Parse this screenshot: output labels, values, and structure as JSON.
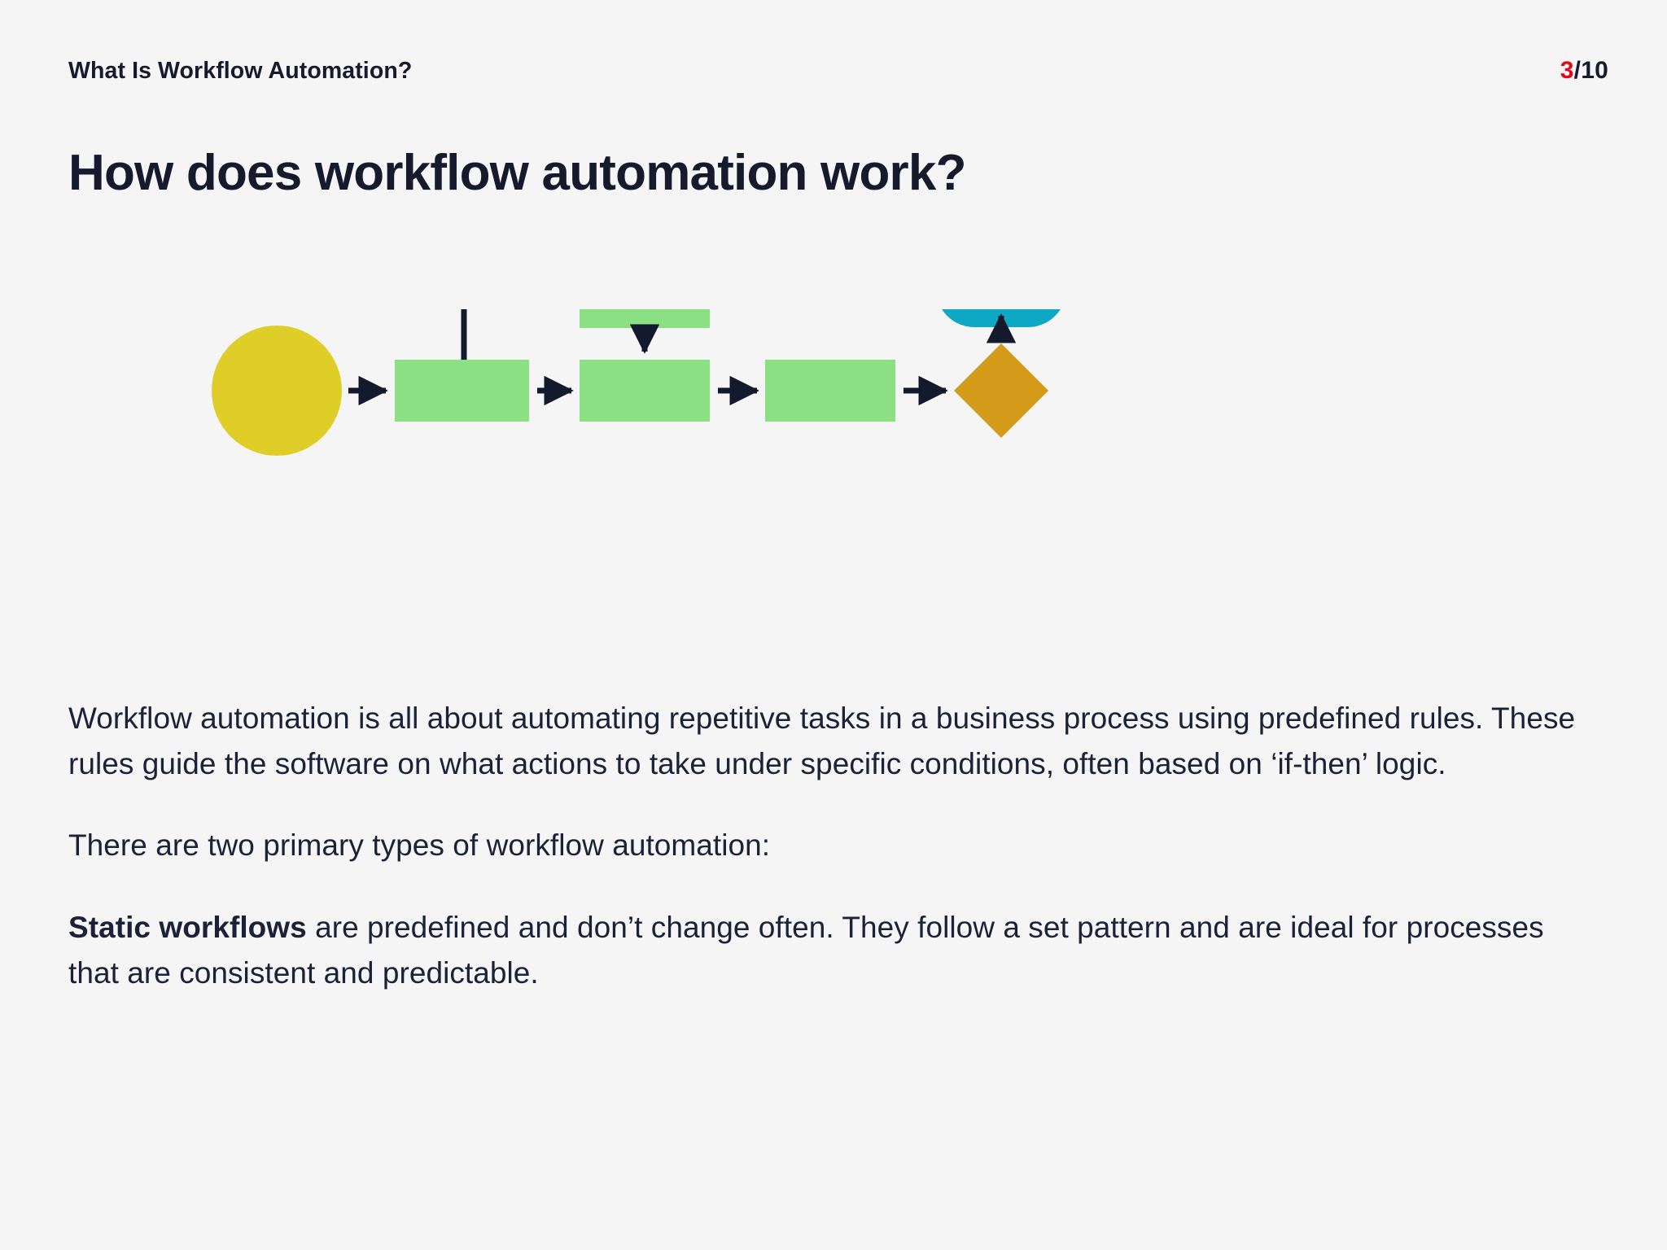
{
  "header": {
    "kicker": "What Is Workflow Automation?",
    "page_current": "3",
    "page_separator": "/",
    "page_total": "10",
    "accent_color": "#E30613",
    "text_color": "#151B2D"
  },
  "title": "How does workflow automation work?",
  "diagram": {
    "name": "workflow-automation-flowchart",
    "background": "#F5F5F5",
    "palette": {
      "start_circle": "#E0CE28",
      "process_box": "#8BE083",
      "decision_diamond": "#D49B1A",
      "terminator": "#0FA8C4",
      "connector": "#141A2E"
    },
    "nodes": [
      {
        "id": "start",
        "shape": "circle",
        "label": "",
        "color": "#E0CE28"
      },
      {
        "id": "process-1",
        "shape": "rect",
        "label": "",
        "color": "#8BE083"
      },
      {
        "id": "process-top",
        "shape": "rect",
        "label": "",
        "color": "#8BE083"
      },
      {
        "id": "process-2",
        "shape": "rect",
        "label": "",
        "color": "#8BE083"
      },
      {
        "id": "process-3",
        "shape": "rect",
        "label": "",
        "color": "#8BE083"
      },
      {
        "id": "decision",
        "shape": "diamond",
        "label": "",
        "color": "#D49B1A"
      },
      {
        "id": "end",
        "shape": "rounded-rect",
        "label": "",
        "color": "#0FA8C4"
      }
    ],
    "edges": [
      {
        "from": "start",
        "to": "process-1",
        "type": "arrow-right"
      },
      {
        "from": "process-1",
        "to": "process-top",
        "type": "elbow-up-right"
      },
      {
        "from": "process-top",
        "to": "process-2",
        "type": "arrow-down"
      },
      {
        "from": "process-1",
        "to": "process-2",
        "type": "arrow-right"
      },
      {
        "from": "process-2",
        "to": "process-3",
        "type": "arrow-right"
      },
      {
        "from": "process-3",
        "to": "decision",
        "type": "arrow-right"
      },
      {
        "from": "decision",
        "to": "end",
        "type": "arrow-up"
      }
    ]
  },
  "body": {
    "paragraph_1": "Workflow automation is all about automating repetitive tasks in a business process using predefined rules. These rules guide the software on what actions to take under specific conditions, often based on ‘if-then’ logic.",
    "paragraph_2": "There are two primary types of workflow automation:",
    "paragraph_3_bold": "Static workflows",
    "paragraph_3_rest": " are predefined and don’t change often. They follow a set pattern and are ideal for processes that are consistent and predictable."
  }
}
